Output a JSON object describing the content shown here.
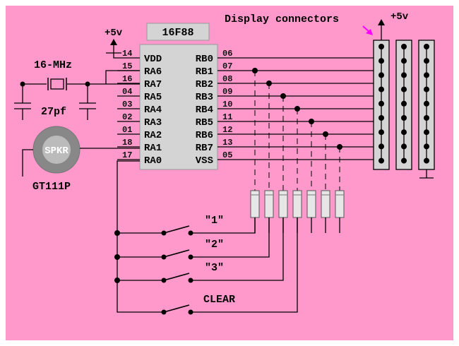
{
  "chip": {
    "name": "16F88",
    "left_pins": [
      {
        "num": "14",
        "label": "VDD"
      },
      {
        "num": "15",
        "label": "RA6"
      },
      {
        "num": "16",
        "label": "RA7"
      },
      {
        "num": "04",
        "label": "RA5"
      },
      {
        "num": "03",
        "label": "RA4"
      },
      {
        "num": "02",
        "label": "RA3"
      },
      {
        "num": "01",
        "label": "RA2"
      },
      {
        "num": "18",
        "label": "RA1"
      },
      {
        "num": "17",
        "label": "RA0"
      }
    ],
    "right_pins": [
      {
        "num": "06",
        "label": "RB0"
      },
      {
        "num": "07",
        "label": "RB1"
      },
      {
        "num": "08",
        "label": "RB2"
      },
      {
        "num": "09",
        "label": "RB3"
      },
      {
        "num": "10",
        "label": "RB4"
      },
      {
        "num": "11",
        "label": "RB5"
      },
      {
        "num": "12",
        "label": "RB6"
      },
      {
        "num": "13",
        "label": "RB7"
      },
      {
        "num": "05",
        "label": "VSS"
      }
    ]
  },
  "power_left": "+5v",
  "power_right": "+5v",
  "display_title": "Display connectors",
  "crystal": {
    "freq": "16-MHz",
    "cap": "27pf"
  },
  "speaker": {
    "label": "SPKR",
    "part": "GT111P"
  },
  "switches": [
    "\"1\"",
    "\"2\"",
    "\"3\"",
    "CLEAR"
  ],
  "colors": {
    "background": "#ff99cc",
    "chip": "#d4d4d4",
    "arrow": "#ff00ff"
  }
}
